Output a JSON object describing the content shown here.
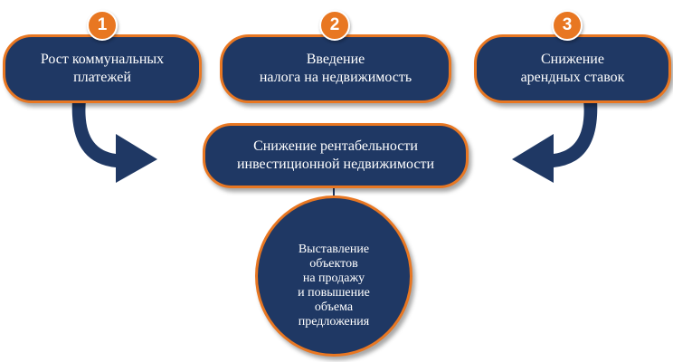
{
  "steps": [
    {
      "number": "1",
      "label": "Рост коммунальных\nплатежей"
    },
    {
      "number": "2",
      "label": "Введение\nналога на недвижимость"
    },
    {
      "number": "3",
      "label": "Снижение\nарендных ставок"
    }
  ],
  "center": {
    "label": "Снижение рентабельности\nинвестиционной недвижимости"
  },
  "result": {
    "label": "Выставление\nобъектов\nна продажу\nи повышение\nобъема\nпредложения"
  },
  "colors": {
    "box_fill": "#1f3864",
    "accent": "#e87722",
    "arrow": "#1f3864"
  }
}
